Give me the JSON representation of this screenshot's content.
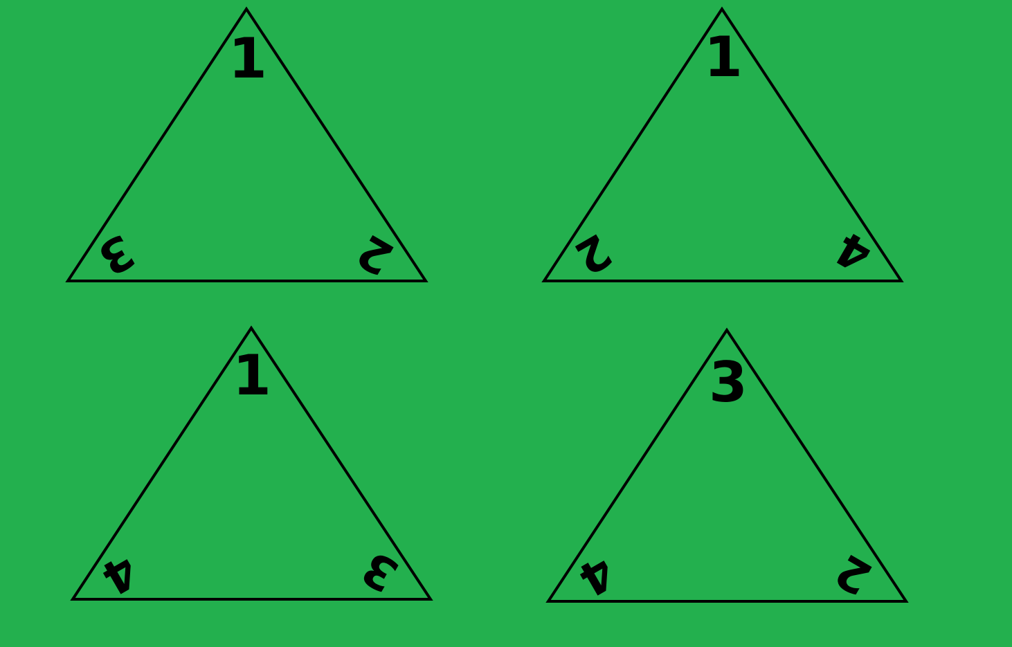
{
  "background_color": "#23b04e",
  "line_color": "#000000",
  "triangles": [
    {
      "top": "1",
      "left": "3",
      "right": "2"
    },
    {
      "top": "1",
      "left": "2",
      "right": "4"
    },
    {
      "top": "1",
      "left": "4",
      "right": "3"
    },
    {
      "top": "3",
      "left": "4",
      "right": "2"
    }
  ]
}
